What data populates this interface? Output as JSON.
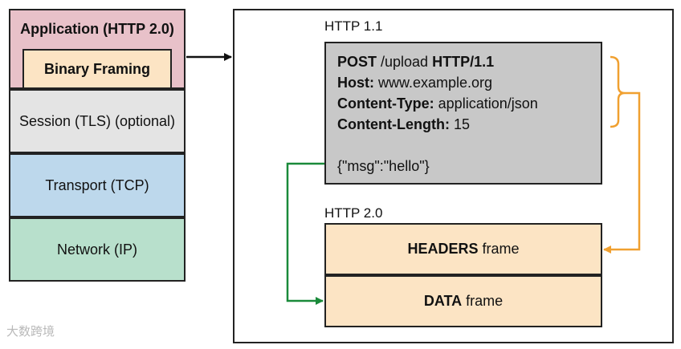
{
  "layers": {
    "application": "Application (HTTP 2.0)",
    "binary_framing": "Binary Framing",
    "session": "Session (TLS) (optional)",
    "transport": "Transport (TCP)",
    "network": "Network (IP)"
  },
  "http11": {
    "heading": "HTTP 1.1",
    "request_line": {
      "method": "POST",
      "path": " /upload ",
      "version": "HTTP/1.1"
    },
    "headers": [
      {
        "name": "Host:",
        "value": " www.example.org"
      },
      {
        "name": "Content-Type:",
        "value": " application/json"
      },
      {
        "name": "Content-Length:",
        "value": " 15"
      }
    ],
    "body": "{\"msg\":\"hello\"}"
  },
  "http20": {
    "heading": "HTTP 2.0",
    "headers_frame": {
      "bold": "HEADERS",
      "rest": " frame"
    },
    "data_frame": {
      "bold": "DATA",
      "rest": " frame"
    }
  },
  "watermark": "大数跨境",
  "colors": {
    "application_layer": "#e8c1c9",
    "binary_framing": "#fce4c4",
    "session_layer": "#e4e4e4",
    "transport_layer": "#bdd8ec",
    "network_layer": "#b8e0cc",
    "http11_box": "#c8c8c8",
    "frames": "#fce4c4",
    "headers_arrow": "#f0a030",
    "body_arrow": "#1a8a3a"
  }
}
